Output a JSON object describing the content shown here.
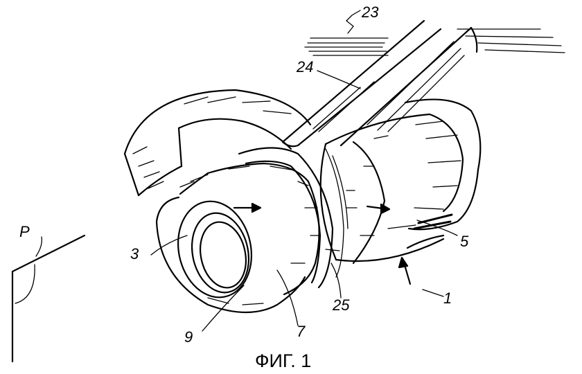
{
  "figure": {
    "caption": "ФИГ. 1",
    "labels": {
      "l1": "1",
      "l3": "3",
      "l5": "5",
      "l7": "7",
      "l9": "9",
      "l23": "23",
      "l24": "24",
      "l25": "25",
      "lP": "P"
    }
  }
}
